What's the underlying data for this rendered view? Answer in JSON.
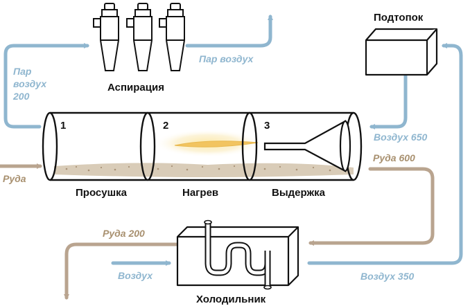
{
  "colors": {
    "air": "#8fb6cf",
    "ore": "#b9a48f",
    "ink": "#111111",
    "flame": "#f2c460",
    "glow": "#fbe7a4"
  },
  "labels": {
    "aspiration": "Аспирация",
    "preheater": "Подтопок",
    "drying": "Просушка",
    "heating": "Нагрев",
    "holding": "Выдержка",
    "cooler": "Холодильник"
  },
  "zones": [
    "1",
    "2",
    "3"
  ],
  "flows": {
    "steam_air_in": [
      "Пар",
      "воздух",
      "200"
    ],
    "steam_air_out": "Пар воздух",
    "air_650": "Воздух 650",
    "ore_in": "Руда",
    "ore_600": "Руда 600",
    "ore_200": "Руда 200",
    "air_in": "Воздух",
    "air_350": "Воздух 350"
  },
  "icons": {
    "cyclone": "cyclone-separator-icon",
    "preheater": "furnace-box-icon",
    "cooler": "cooler-coil-icon",
    "burner": "burner-nozzle-icon",
    "flame": "flame-icon"
  }
}
